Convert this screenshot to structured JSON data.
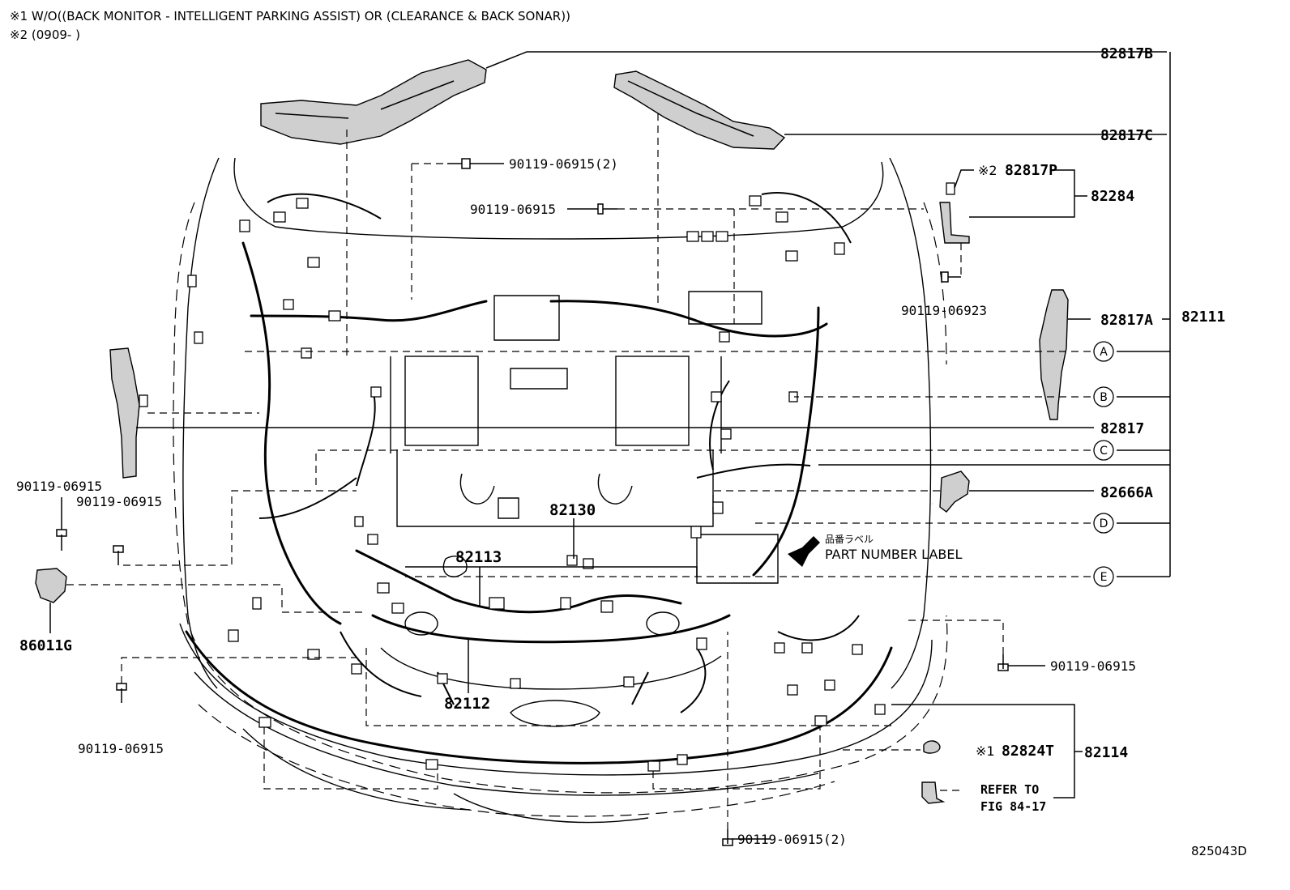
{
  "notes": {
    "note1": "※1 W/O((BACK MONITOR - INTELLIGENT PARKING ASSIST) OR (CLEARANCE & BACK SONAR))",
    "note2": "※2 (0909-      )"
  },
  "callouts": {
    "p82817B": "82817B",
    "p82817C": "82817C",
    "p90119_06915_2_top": "90119-06915(2)",
    "p90119_06915_top": "90119-06915",
    "p82817P_mark": "※2",
    "p82817P": "82817P",
    "p82284": "82284",
    "p90119_06923": "90119-06923",
    "p82817A": "82817A",
    "p82111": "82111",
    "p82817": "82817",
    "p82666A": "82666A",
    "p90119_06915_left1": "90119-06915",
    "p90119_06915_left2": "90119-06915",
    "p86011G": "86011G",
    "p82130": "82130",
    "p82113": "82113",
    "p82112": "82112",
    "p90119_06915_right": "90119-06915",
    "p90119_06915_left3": "90119-06915",
    "p82824T_mark": "※1",
    "p82824T": "82824T",
    "p82114": "82114",
    "p90119_06915_2_bottom": "90119-06915(2)",
    "refer_line1": "REFER TO",
    "refer_line2": "FIG 84-17",
    "jp_label": "品番ラベル",
    "part_number_label": "PART NUMBER LABEL",
    "illustration_id": "825043D"
  },
  "markers": {
    "a": "A",
    "b": "B",
    "c": "C",
    "d": "D",
    "e": "E"
  }
}
